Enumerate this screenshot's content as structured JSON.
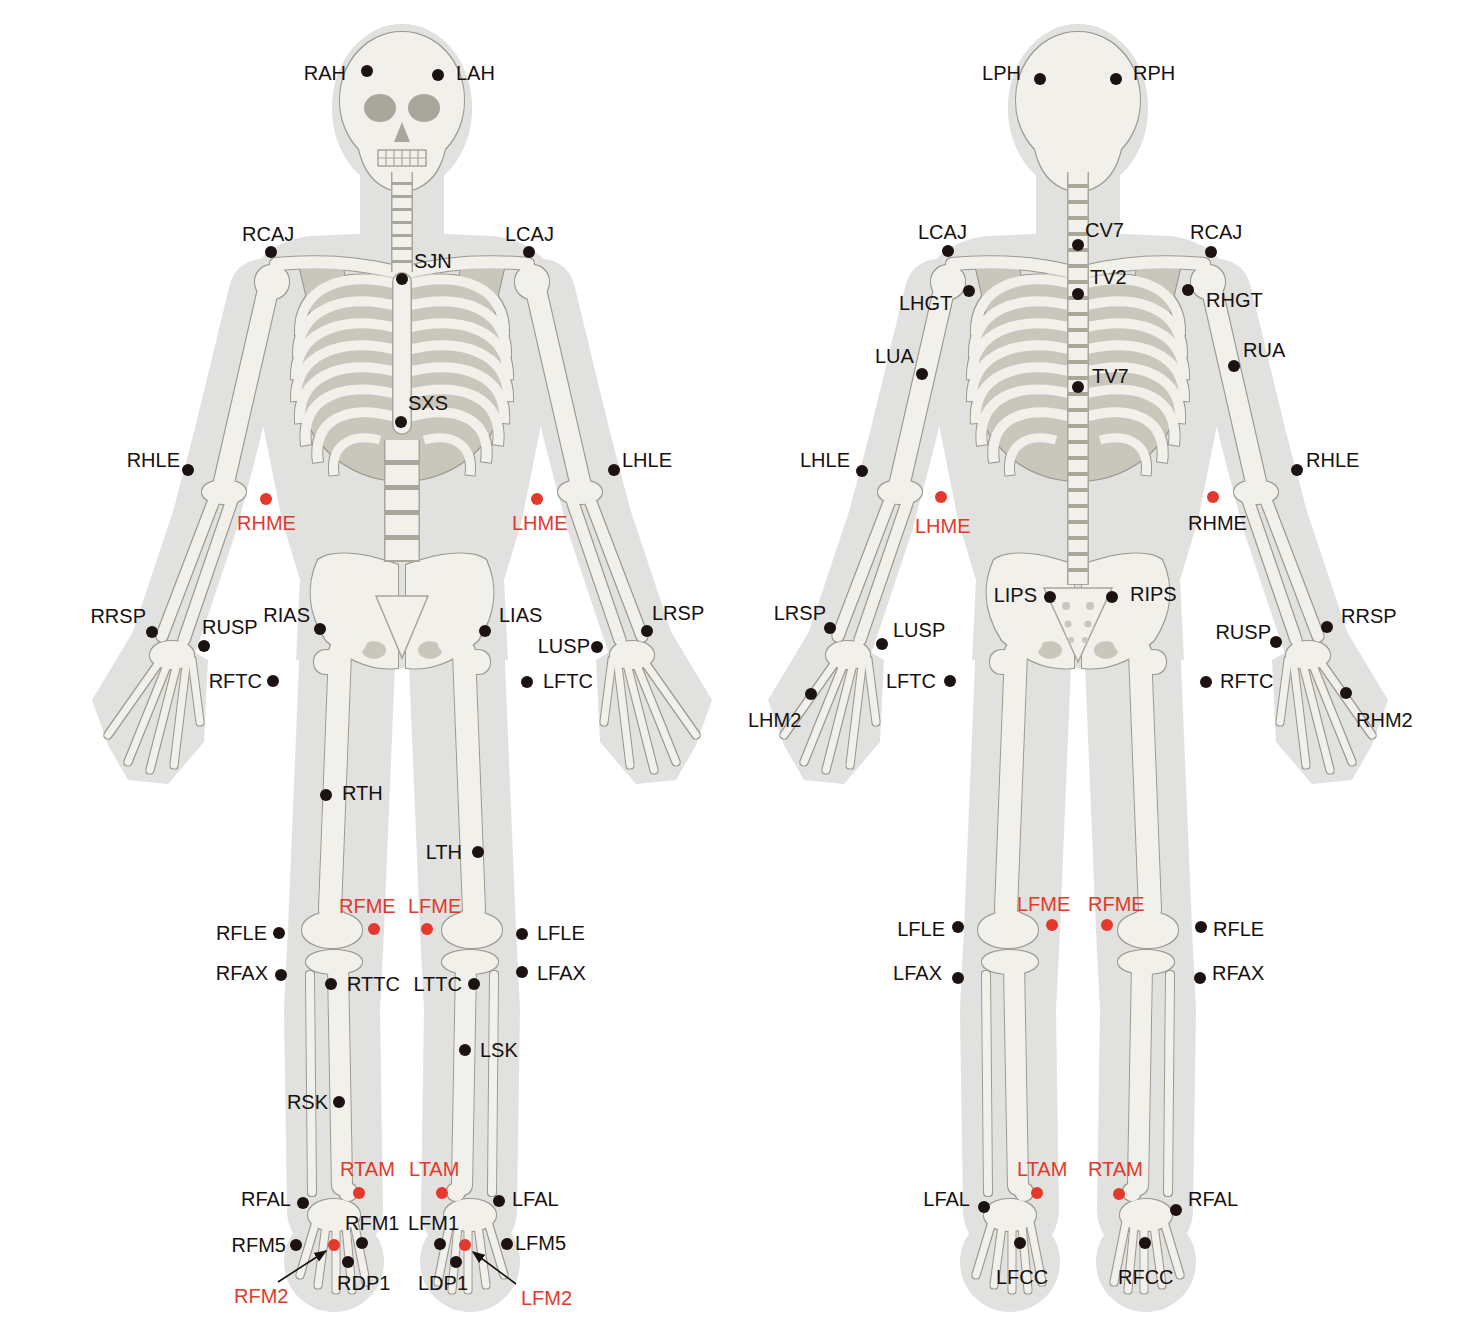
{
  "diagram": {
    "labels": [
      "RAH",
      "LAH",
      "RCAJ",
      "LCAJ",
      "SJN",
      "SXS",
      "RHLE",
      "LHLE",
      "RHME",
      "LHME",
      "RRSP",
      "RUSP",
      "RIAS",
      "LIAS",
      "LRSP",
      "LUSP",
      "RFTC",
      "LFTC",
      "RTH",
      "LTH",
      "RFME",
      "LFME",
      "RFLE",
      "LFLE",
      "RFAX",
      "LFAX",
      "RTTC",
      "LTTC",
      "LSK",
      "RSK",
      "RTAM",
      "LTAM",
      "RFAL",
      "LFAL",
      "RFM1",
      "LFM1",
      "RFM5",
      "LFM5",
      "RDP1",
      "LDP1",
      "RFM2",
      "LFM2",
      "LPH",
      "RPH",
      "LCAJ",
      "CV7",
      "RCAJ",
      "TV2",
      "LHGT",
      "RHGT",
      "RUA",
      "LUA",
      "TV7",
      "LHLE",
      "RHLE",
      "LHME",
      "RHME",
      "LIPS",
      "RIPS",
      "LRSP",
      "LUSP",
      "RUSP",
      "RRSP",
      "LFTC",
      "RFTC",
      "LHM2",
      "RHM2",
      "LFME",
      "RFME",
      "LFLE",
      "RFLE",
      "LFAX",
      "RFAX",
      "LTAM",
      "RTAM",
      "LFAL",
      "RFAL",
      "LFCC",
      "RFCC"
    ]
  }
}
